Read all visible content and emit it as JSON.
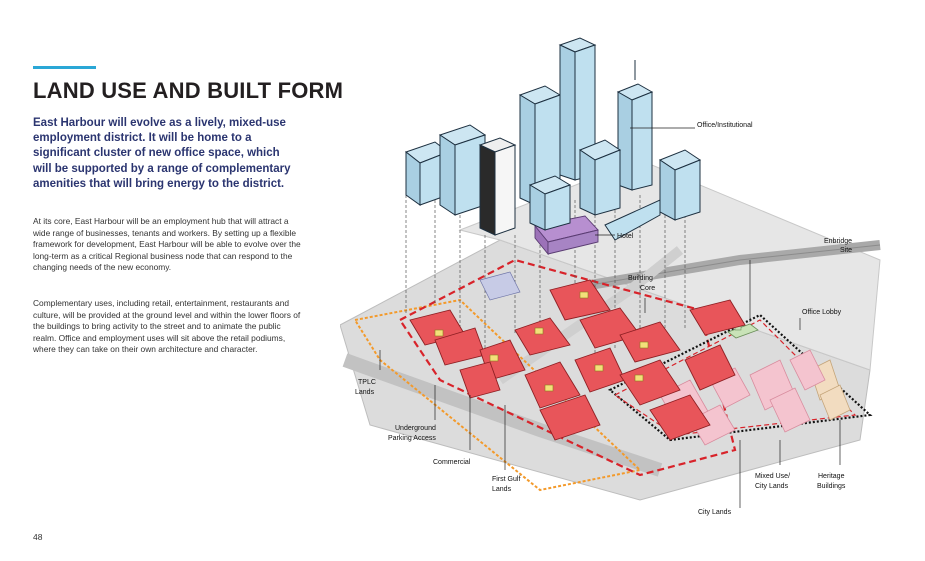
{
  "page": {
    "title": "LAND USE AND BUILT FORM",
    "lede": "East Harbour will evolve as a lively, mixed-use employment district. It will be home to a significant cluster of new office space, which will be supported by a range of complementary amenities that will bring energy to the district.",
    "paragraphs": [
      "At its core, East Harbour will be an employment hub that will attract a wide range of businesses, tenants and workers. By setting up a flexible framework for development, East Harbour will be able to evolve over the long-term as a critical Regional business node that can respond to the changing needs of the new economy.",
      "Complementary uses, including retail, entertainment, restaurants and culture, will be provided at the ground level and within the lower floors of the buildings to bring activity to the street and to animate the public realm. Office and employment uses will sit above the retail podiums, where they can take on their own architecture and character."
    ],
    "page_number": "48",
    "accent_color": "#2aa7d6",
    "lede_color": "#2b3570"
  },
  "diagram": {
    "labels": {
      "office_institutional": "Office/Institutional",
      "hotel": "Hotel",
      "enbridge_1": "Enbridge",
      "enbridge_2": "Site",
      "building_core_1": "Building",
      "building_core_2": "Core",
      "office_lobby": "Office Lobby",
      "tplc_1": "TPLC",
      "tplc_2": "Lands",
      "underground_1": "Underground",
      "underground_2": "Parking Access",
      "commercial": "Commercial",
      "first_gulf_1": "First Gulf",
      "first_gulf_2": "Lands",
      "mixed_use_1": "Mixed Use/",
      "mixed_use_2": "City Lands",
      "heritage_1": "Heritage",
      "heritage_2": "Buildings",
      "city_lands": "City Lands"
    },
    "colors": {
      "office": "#bfe0ef",
      "commercial": "#e8555a",
      "hotel": "#b78fd0",
      "core": "#f3e07a",
      "mixed_use": "#f4c4cf",
      "heritage": "#f2dcc0",
      "enbridge": "#c9e3b8",
      "ground": "#d9d9d9",
      "first_gulf_boundary": "#d8232a",
      "tplc_boundary": "#f39a2b",
      "city_boundary": "#111111"
    }
  }
}
